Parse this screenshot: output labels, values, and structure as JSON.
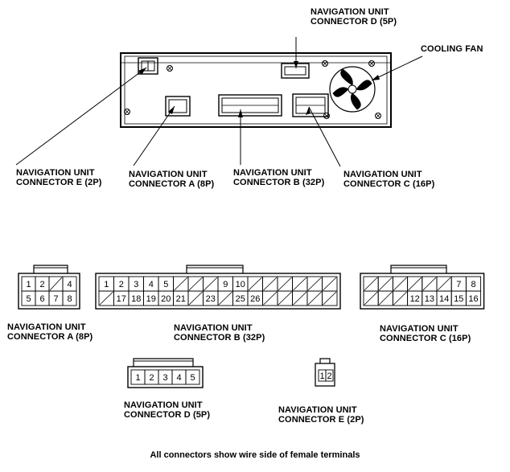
{
  "labels": {
    "conn_d_top": {
      "line1": "NAVIGATION UNIT",
      "line2": "CONNECTOR D (5P)"
    },
    "cooling_fan": "COOLING FAN",
    "conn_e_top": {
      "line1": "NAVIGATION UNIT",
      "line2": "CONNECTOR E (2P)"
    },
    "conn_a_top": {
      "line1": "NAVIGATION UNIT",
      "line2": "CONNECTOR A (8P)"
    },
    "conn_b_top": {
      "line1": "NAVIGATION UNIT",
      "line2": "CONNECTOR B (32P)"
    },
    "conn_c_top": {
      "line1": "NAVIGATION UNIT",
      "line2": "CONNECTOR C (16P)"
    },
    "conn_a_bottom": {
      "line1": "NAVIGATION UNIT",
      "line2": "CONNECTOR A (8P)"
    },
    "conn_b_bottom": {
      "line1": "NAVIGATION UNIT",
      "line2": "CONNECTOR B (32P)"
    },
    "conn_c_bottom": {
      "line1": "NAVIGATION UNIT",
      "line2": "CONNECTOR C (16P)"
    },
    "conn_d_bottom": {
      "line1": "NAVIGATION UNIT",
      "line2": "CONNECTOR D (5P)"
    },
    "conn_e_bottom": {
      "line1": "NAVIGATION UNIT",
      "line2": "CONNECTOR E (2P)"
    }
  },
  "caption": "All connectors show wire side of female terminals",
  "connectors": {
    "a": {
      "top": [
        "1",
        "2",
        "",
        "4"
      ],
      "bottom": [
        "5",
        "6",
        "7",
        "8"
      ]
    },
    "b": {
      "top": [
        "1",
        "2",
        "3",
        "4",
        "5",
        "",
        "",
        "",
        "9",
        "10",
        "",
        "",
        "",
        "",
        "",
        ""
      ],
      "bottom": [
        "",
        "17",
        "18",
        "19",
        "20",
        "21",
        "",
        "23",
        "",
        "25",
        "26",
        "",
        "",
        "",
        "",
        ""
      ]
    },
    "c": {
      "top": [
        "",
        "",
        "",
        "",
        "",
        "",
        "7",
        "8"
      ],
      "bottom": [
        "",
        "",
        "",
        "12",
        "13",
        "14",
        "15",
        "16"
      ]
    },
    "d": {
      "row": [
        "1",
        "2",
        "3",
        "4",
        "5"
      ]
    },
    "e": {
      "row": [
        "1",
        "2"
      ]
    }
  }
}
